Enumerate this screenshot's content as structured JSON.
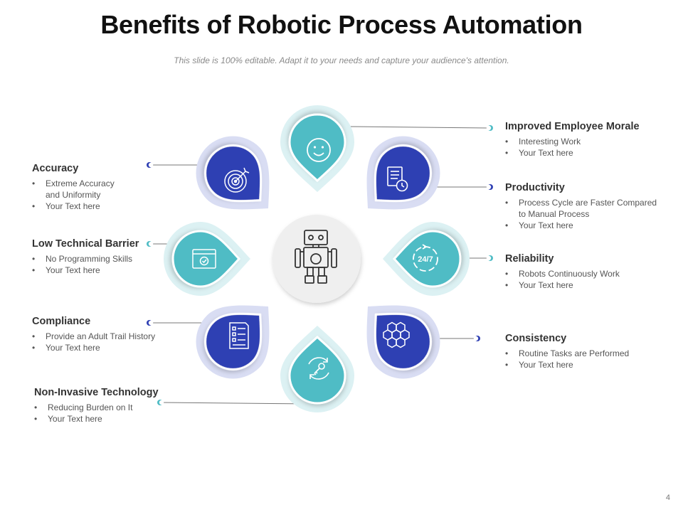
{
  "slide": {
    "title": "Benefits of Robotic Process Automation",
    "subtitle": "This slide is 100% editable. Adapt it to your needs and capture your audience's attention.",
    "page_number": "4"
  },
  "colors": {
    "dark_blue": "#2e3fb3",
    "teal": "#4fbcc5",
    "halo_blue": "#d9ddf3",
    "halo_teal": "#dcf1f3",
    "hub": "#efefef",
    "line": "#777777"
  },
  "hub": {
    "icon": "robot-icon"
  },
  "benefits": [
    {
      "id": "improved-employee-morale",
      "title": "Improved Employee Morale",
      "icon": "smiley-icon",
      "color": "teal",
      "bullets": [
        "Interesting Work",
        "Your Text here"
      ]
    },
    {
      "id": "productivity",
      "title": "Productivity",
      "icon": "document-clock-icon",
      "color": "dark_blue",
      "bullets": [
        "Process Cycle are Faster Compared  to Manual Process",
        "Your Text here"
      ]
    },
    {
      "id": "reliability",
      "title": "Reliability",
      "icon": "24-7-icon",
      "icon_text": "24/7",
      "color": "teal",
      "bullets": [
        "Robots Continuously Work",
        "Your Text here"
      ]
    },
    {
      "id": "consistency",
      "title": "Consistency",
      "icon": "hexagon-cells-icon",
      "color": "dark_blue",
      "bullets": [
        "Routine Tasks are Performed",
        "Your Text here"
      ]
    },
    {
      "id": "non-invasive-technology",
      "title": "Non-Invasive Technology",
      "icon": "key-refresh-icon",
      "color": "teal",
      "bullets": [
        "Reducing  Burden on It",
        "Your Text here"
      ]
    },
    {
      "id": "compliance",
      "title": "Compliance",
      "icon": "checklist-icon",
      "color": "dark_blue",
      "bullets": [
        "Provide  an Adult Trail History",
        "Your Text here"
      ]
    },
    {
      "id": "low-technical-barrier",
      "title": "Low Technical Barrier",
      "icon": "browser-check-icon",
      "color": "teal",
      "bullets": [
        "No Programming Skills",
        "Your Text here"
      ]
    },
    {
      "id": "accuracy",
      "title": "Accuracy",
      "icon": "target-arrow-icon",
      "color": "dark_blue",
      "bullets": [
        "Extreme Accuracy and Uniformity",
        "Your Text here"
      ]
    }
  ]
}
